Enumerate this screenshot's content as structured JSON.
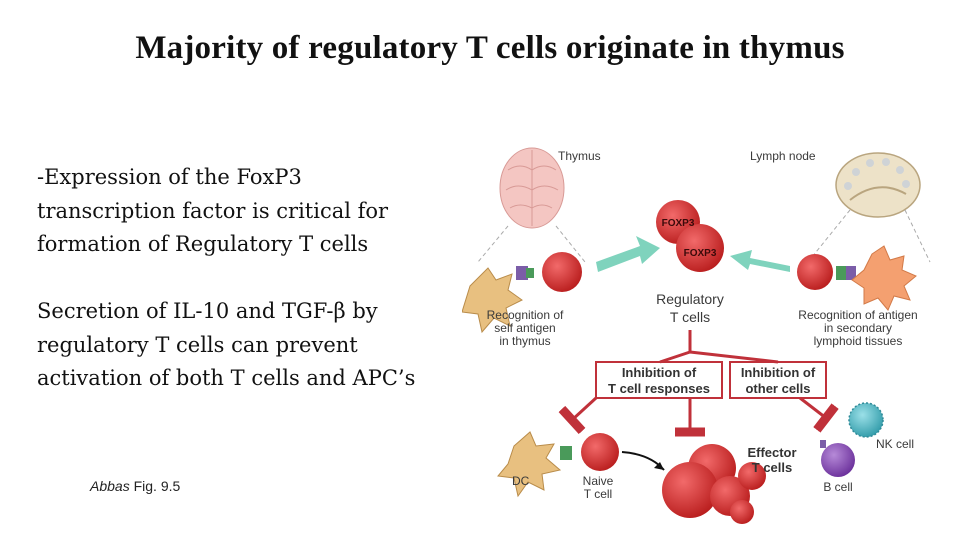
{
  "title": "Majority of regulatory T cells originate in thymus",
  "paragraph1": [
    "-Expression of the FoxP3",
    "transcription factor is critical for",
    "formation of Regulatory T cells"
  ],
  "paragraph2": [
    "Secretion of IL-10 and TGF-β by",
    "regulatory T cells can prevent",
    "activation of both T cells and APC’s"
  ],
  "citation": {
    "author": "Abbas",
    "ref": " Fig. 9.5"
  },
  "figure": {
    "thymus": "Thymus",
    "lymph_node": "Lymph node",
    "foxp3": "FOXP3",
    "treg": [
      "Regulatory",
      "T cells"
    ],
    "recog_thymus": [
      "Recognition of",
      "self antigen",
      "in thymus"
    ],
    "recog_secondary": [
      "Recognition of antigen",
      "in secondary",
      "lymphoid tissues"
    ],
    "inhib_t": [
      "Inhibition of",
      "T cell responses"
    ],
    "inhib_other": [
      "Inhibition of",
      "other cells"
    ],
    "effector": [
      "Effector",
      "T cells"
    ],
    "nk": "NK cell",
    "b": "B cell",
    "dc": "DC",
    "naive": [
      "Naive",
      "T cell"
    ]
  },
  "colors": {
    "inhibition": "#c0313a",
    "arrow": "#6cc9b0",
    "red_cell": "#d52a2a",
    "apc": "#e8c080"
  }
}
